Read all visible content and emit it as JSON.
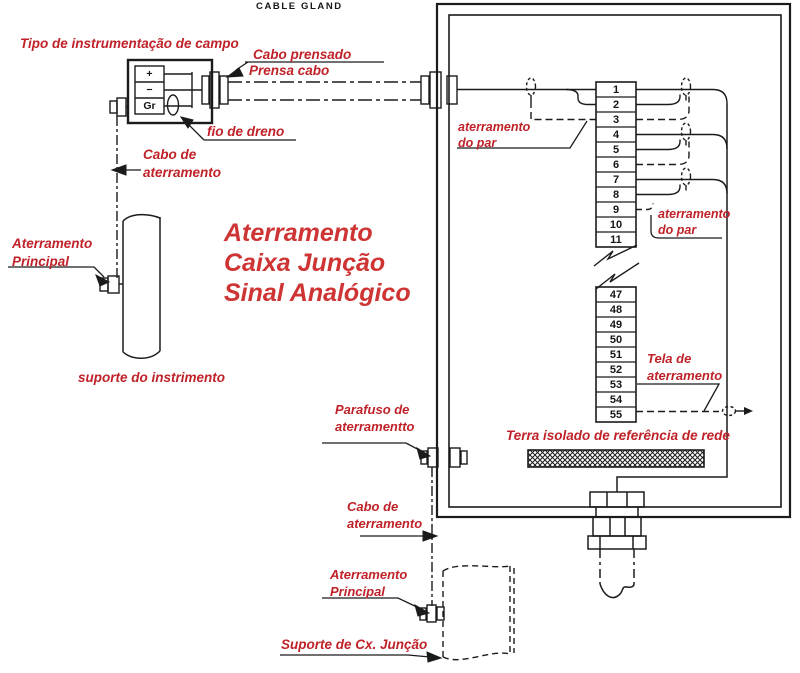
{
  "colors": {
    "label_red": "#bf2228",
    "title_red": "#cf3434",
    "line": "#1b1b1b",
    "background": "#ffffff"
  },
  "header": {
    "cable_gland_label": "CABLE GLAND"
  },
  "title": {
    "lines": [
      "Aterramento",
      "Caixa Junção",
      "Sinal Analógico"
    ]
  },
  "labels": {
    "field_instrument_type": "Tipo de instrumentação de campo",
    "pressed_cable": "Cabo prensado",
    "cable_gland_pt": "Prensa cabo",
    "drain_wire": "fio de dreno",
    "ground_cable_top": [
      "Cabo de",
      "aterramento"
    ],
    "main_ground_left": [
      "Aterramento",
      "Principal"
    ],
    "instrument_support": "suporte do instrimento",
    "pair_ground_left": [
      "aterramento",
      "do par"
    ],
    "pair_ground_right": [
      "aterramento",
      "do par"
    ],
    "ground_shield": [
      "Tela de",
      "aterramento"
    ],
    "isolated_ground": "Terra isolado de referência de rede",
    "ground_screw": [
      "Parafuso de",
      "aterramentto"
    ],
    "ground_cable_bottom": [
      "Cabo de",
      "aterramento"
    ],
    "main_ground_bottom": [
      "Aterramento",
      "Principal"
    ],
    "junction_box_support": "Suporte de Cx. Junção"
  },
  "instrument": {
    "terminals": [
      "+",
      "−",
      "Gr"
    ]
  },
  "terminal_strip": {
    "upper": [
      "1",
      "2",
      "3",
      "4",
      "5",
      "6",
      "7",
      "8",
      "9",
      "10",
      "11"
    ],
    "lower": [
      "47",
      "48",
      "49",
      "50",
      "51",
      "52",
      "53",
      "54",
      "55"
    ]
  }
}
